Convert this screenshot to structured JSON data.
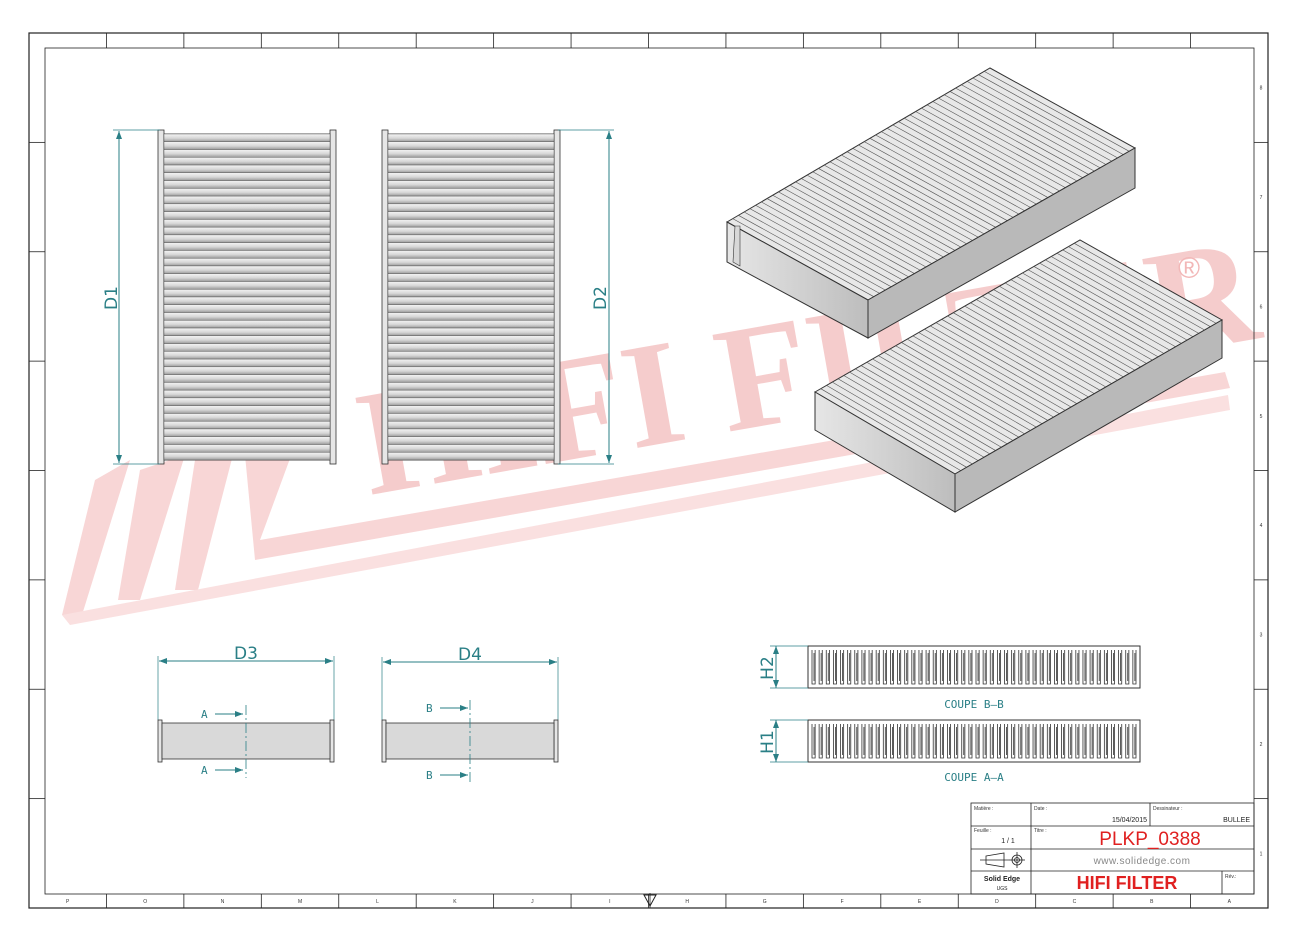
{
  "dimensions": {
    "d1": "D1",
    "d2": "D2",
    "d3": "D3",
    "d4": "D4",
    "h1": "H1",
    "h2": "H2"
  },
  "section_marks": {
    "a": "A",
    "b": "B"
  },
  "sections": {
    "bb_caption": "COUPE B–B",
    "aa_caption": "COUPE A–A"
  },
  "title_block": {
    "matiere_label": "Matière :",
    "date_label": "Date :",
    "date_value": "15/04/2015",
    "dessinateur_label": "Dessinateur :",
    "dessinateur_value": "BULLEE",
    "feuille_label": "Feuille :",
    "feuille_value": "1 / 1",
    "titre_label": "Titre :",
    "part_number": "PLKP_0388",
    "website": "www.solidedge.com",
    "software": "Solid Edge",
    "software_sub": "UGS",
    "company": "HIFI FILTER",
    "rev_label": "Rév.:"
  },
  "watermark": {
    "text": "HIFI FILTER",
    "registered": "®"
  },
  "border_zones": {
    "bottom_letters": [
      "P",
      "O",
      "N",
      "M",
      "L",
      "K",
      "J",
      "I",
      "H",
      "G",
      "F",
      "E",
      "D",
      "C",
      "B",
      "A"
    ],
    "right_numbers": [
      "8",
      "7",
      "6",
      "5",
      "4",
      "3",
      "2",
      "1"
    ]
  },
  "colors": {
    "dimension": "#2a7f86",
    "accent_red": "#e02020",
    "watermark": "#f2b7b7"
  }
}
